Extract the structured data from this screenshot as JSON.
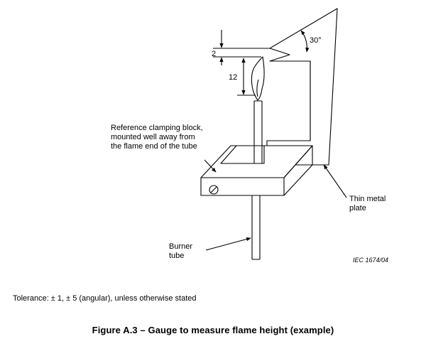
{
  "diagram": {
    "dim_angle": "30°",
    "dim_gap": "2",
    "dim_flame": "12",
    "label_block": [
      "Reference clamping block,",
      "mounted well away from",
      "the flame end of the tube"
    ],
    "label_plate": [
      "Thin metal",
      "plate"
    ],
    "label_tube": [
      "Burner",
      "tube"
    ],
    "ref_code": "IEC  1674/04"
  },
  "tolerance": "Tolerance: ± 1, ± 5 (angular), unless otherwise stated",
  "caption": "Figure A.3 – Gauge to measure flame height (example)"
}
